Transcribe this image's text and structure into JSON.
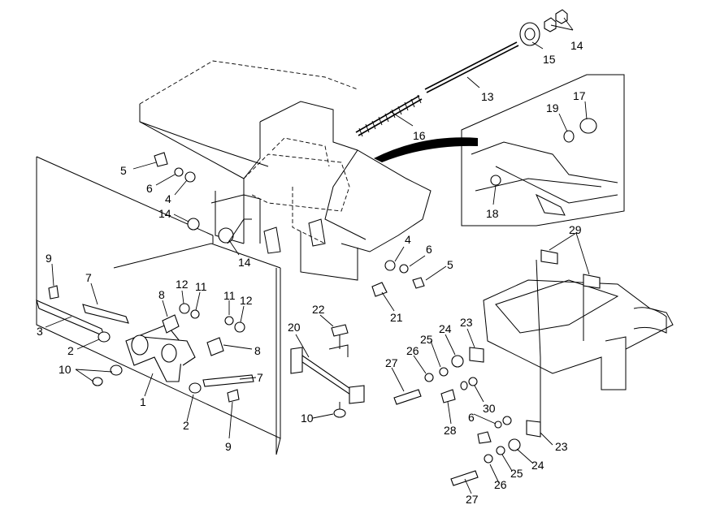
{
  "callouts": [
    {
      "id": "c14a",
      "label": "14"
    },
    {
      "id": "c15",
      "label": "15"
    },
    {
      "id": "c13",
      "label": "13"
    },
    {
      "id": "c16",
      "label": "16"
    },
    {
      "id": "c17",
      "label": "17"
    },
    {
      "id": "c19",
      "label": "19"
    },
    {
      "id": "c18",
      "label": "18"
    },
    {
      "id": "c5a",
      "label": "5"
    },
    {
      "id": "c6a",
      "label": "6"
    },
    {
      "id": "c4a",
      "label": "4"
    },
    {
      "id": "c14b",
      "label": "14"
    },
    {
      "id": "c14c",
      "label": "14"
    },
    {
      "id": "c4b",
      "label": "4"
    },
    {
      "id": "c6b",
      "label": "6"
    },
    {
      "id": "c5b",
      "label": "5"
    },
    {
      "id": "c21",
      "label": "21"
    },
    {
      "id": "c29",
      "label": "29"
    },
    {
      "id": "c9a",
      "label": "9"
    },
    {
      "id": "c7a",
      "label": "7"
    },
    {
      "id": "c3",
      "label": "3"
    },
    {
      "id": "c12a",
      "label": "12"
    },
    {
      "id": "c8a",
      "label": "8"
    },
    {
      "id": "c11a",
      "label": "11"
    },
    {
      "id": "c11b",
      "label": "11"
    },
    {
      "id": "c12b",
      "label": "12"
    },
    {
      "id": "c2a",
      "label": "2"
    },
    {
      "id": "c8b",
      "label": "8"
    },
    {
      "id": "c10a",
      "label": "10"
    },
    {
      "id": "c7b",
      "label": "7"
    },
    {
      "id": "c1",
      "label": "1"
    },
    {
      "id": "c2b",
      "label": "2"
    },
    {
      "id": "c9b",
      "label": "9"
    },
    {
      "id": "c22",
      "label": "22"
    },
    {
      "id": "c20",
      "label": "20"
    },
    {
      "id": "c10b",
      "label": "10"
    },
    {
      "id": "c23a",
      "label": "23"
    },
    {
      "id": "c25a",
      "label": "25"
    },
    {
      "id": "c24a",
      "label": "24"
    },
    {
      "id": "c26a",
      "label": "26"
    },
    {
      "id": "c27a",
      "label": "27"
    },
    {
      "id": "c28",
      "label": "28"
    },
    {
      "id": "c30",
      "label": "30"
    },
    {
      "id": "c6c",
      "label": "6"
    },
    {
      "id": "c23b",
      "label": "23"
    },
    {
      "id": "c24b",
      "label": "24"
    },
    {
      "id": "c25b",
      "label": "25"
    },
    {
      "id": "c26b",
      "label": "26"
    },
    {
      "id": "c27b",
      "label": "27"
    }
  ]
}
